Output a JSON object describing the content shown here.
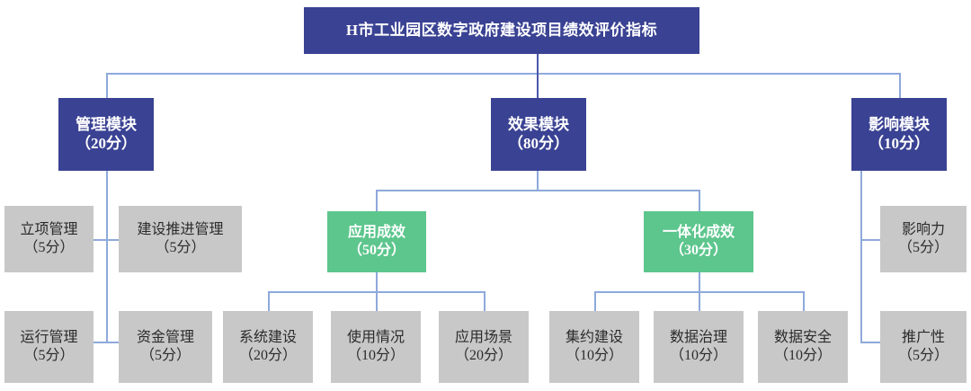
{
  "diagram": {
    "type": "org-chart",
    "title_node": {
      "label": "H市工业园区数字政府建设项目绩效评价指标",
      "color": "#3A4293"
    },
    "colors": {
      "module_blue": "#3A4293",
      "effect_green": "#5DC68D",
      "leaf_gray": "#C8C8C8",
      "connector_blue": "#8EA9DB"
    },
    "modules": [
      {
        "name": "管理模块",
        "score": "（20分）",
        "color": "#3A4293",
        "leaves": [
          {
            "name": "立项管理",
            "score": "（5分）"
          },
          {
            "name": "建设推进管理",
            "score": "（5分）"
          },
          {
            "name": "运行管理",
            "score": "（5分）"
          },
          {
            "name": "资金管理",
            "score": "（5分）"
          }
        ]
      },
      {
        "name": "效果模块",
        "score": "（80分）",
        "color": "#3A4293",
        "subgroups": [
          {
            "name": "应用成效",
            "score": "（50分）",
            "color": "#5DC68D",
            "leaves": [
              {
                "name": "系统建设",
                "score": "（20分）"
              },
              {
                "name": "使用情况",
                "score": "（10分）"
              },
              {
                "name": "应用场景",
                "score": "（20分）"
              }
            ]
          },
          {
            "name": "一体化成效",
            "score": "（30分）",
            "color": "#5DC68D",
            "leaves": [
              {
                "name": "集约建设",
                "score": "（10分）"
              },
              {
                "name": "数据治理",
                "score": "（10分）"
              },
              {
                "name": "数据安全",
                "score": "（10分）"
              }
            ]
          }
        ]
      },
      {
        "name": "影响模块",
        "score": "（10分）",
        "color": "#3A4293",
        "leaves": [
          {
            "name": "影响力",
            "score": "（5分）"
          },
          {
            "name": "推广性",
            "score": "（5分）"
          }
        ]
      }
    ]
  }
}
